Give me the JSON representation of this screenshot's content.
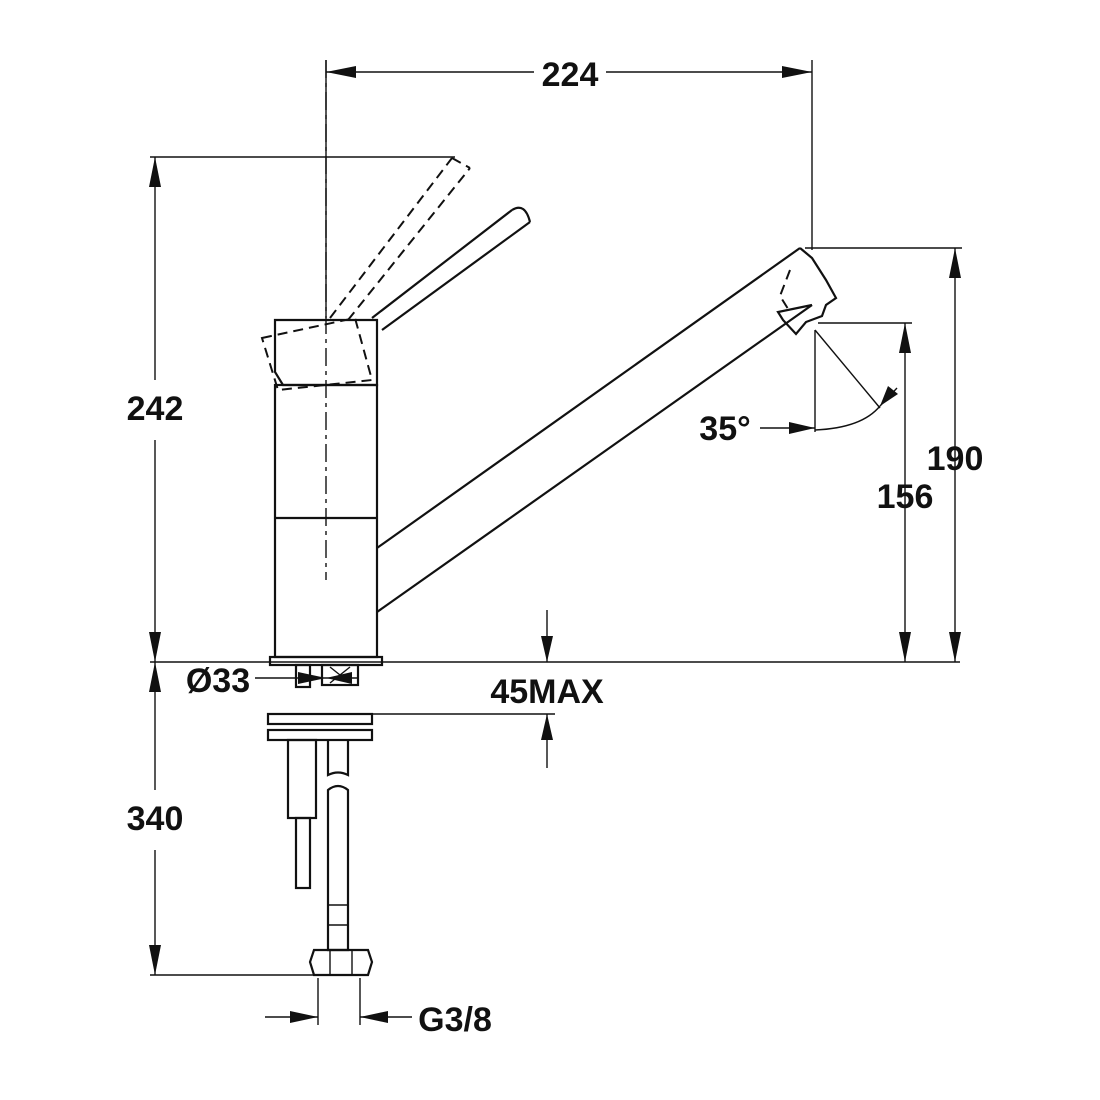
{
  "dimensions": {
    "width_top": "224",
    "height_total": "242",
    "spout_height_outer": "190",
    "spout_height_inner": "156",
    "spout_angle": "35°",
    "base_diameter": "Ø33",
    "deck_thickness": "45MAX",
    "under_deck_length": "340",
    "connection_thread": "G3/8"
  },
  "colors": {
    "line": "#111111",
    "background": "#ffffff"
  }
}
